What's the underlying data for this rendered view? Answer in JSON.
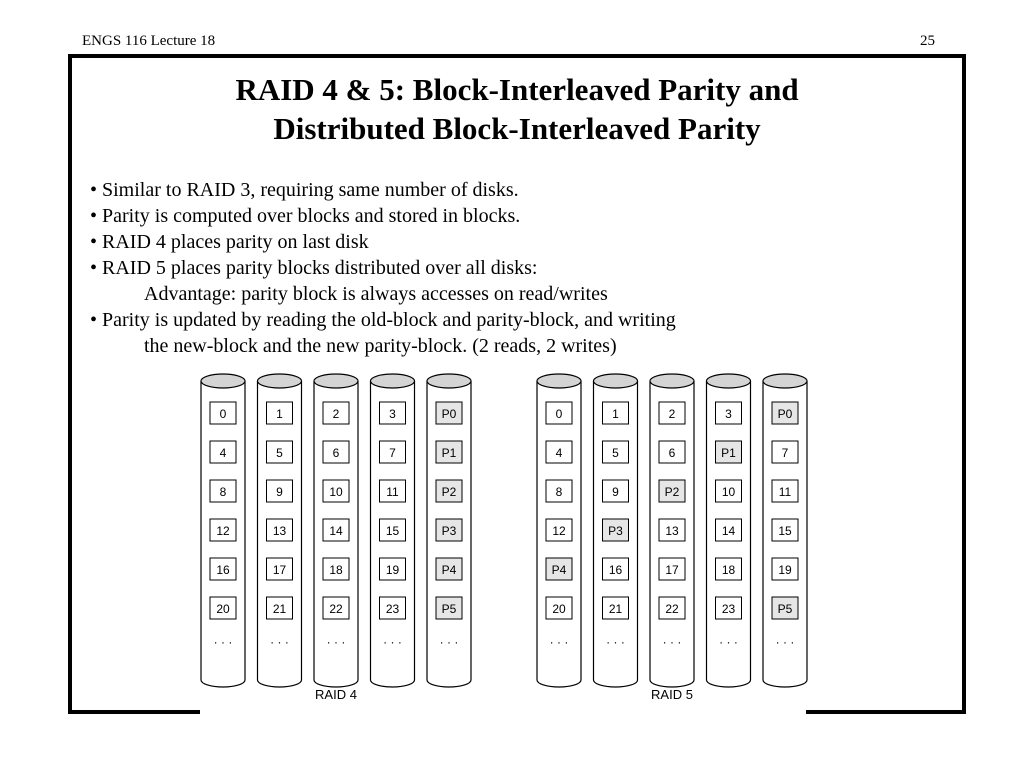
{
  "header": {
    "course": "ENGS 116  Lecture 18",
    "page_number": "25"
  },
  "slide": {
    "title_lines": [
      "RAID 4 & 5:  Block-Interleaved Parity and",
      "Distributed Block-Interleaved Parity"
    ],
    "bullets": [
      {
        "text": "• Similar to RAID 3, requiring same number of disks.",
        "indent": false
      },
      {
        "text": "• Parity is computed over blocks and stored in blocks.",
        "indent": false
      },
      {
        "text": "• RAID 4 places parity on last disk",
        "indent": false
      },
      {
        "text": "• RAID 5 places parity blocks distributed over all disks:",
        "indent": false
      },
      {
        "text": "Advantage:  parity block is always accesses on read/writes",
        "indent": true
      },
      {
        "text": "• Parity is updated by reading the old-block and parity-block, and writing",
        "indent": false
      },
      {
        "text": "the new-block and the new parity-block.  (2 reads, 2 writes)",
        "indent": true
      }
    ]
  },
  "figure": {
    "ellipsis": "· · ·",
    "parity_fill": "#e6e6e6",
    "groups": [
      {
        "label": "RAID 4",
        "disks": [
          [
            "0",
            "4",
            "8",
            "12",
            "16",
            "20"
          ],
          [
            "1",
            "5",
            "9",
            "13",
            "17",
            "21"
          ],
          [
            "2",
            "6",
            "10",
            "14",
            "18",
            "22"
          ],
          [
            "3",
            "7",
            "11",
            "15",
            "19",
            "23"
          ],
          [
            "P0",
            "P1",
            "P2",
            "P3",
            "P4",
            "P5"
          ]
        ]
      },
      {
        "label": "RAID 5",
        "disks": [
          [
            "0",
            "4",
            "8",
            "12",
            "P4",
            "20"
          ],
          [
            "1",
            "5",
            "9",
            "P3",
            "16",
            "21"
          ],
          [
            "2",
            "6",
            "P2",
            "13",
            "17",
            "22"
          ],
          [
            "3",
            "P1",
            "10",
            "14",
            "18",
            "23"
          ],
          [
            "P0",
            "7",
            "11",
            "15",
            "19",
            "P5"
          ]
        ]
      }
    ]
  }
}
